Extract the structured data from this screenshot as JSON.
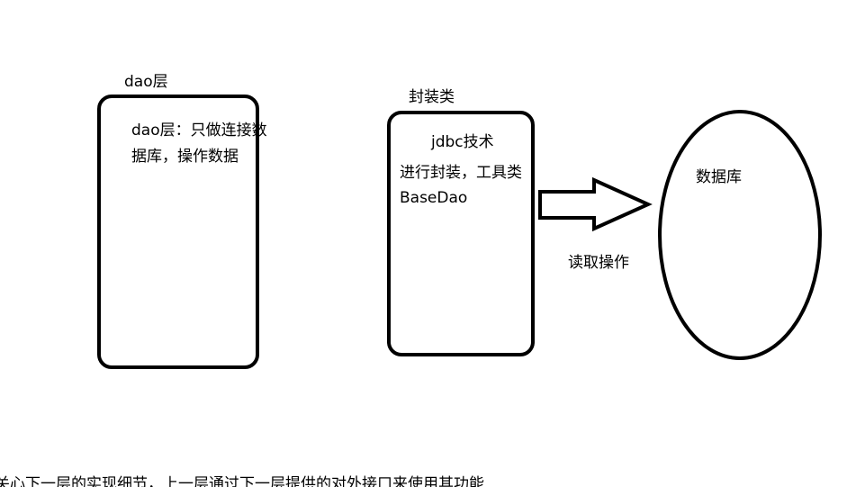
{
  "dao": {
    "title": "dao层",
    "box_line1": "dao层：只做连接数",
    "box_line2": "据库，操作数据"
  },
  "wrapper": {
    "title": "封装类",
    "box_line1": "jdbc技术",
    "box_line2": "进行封装，工具类",
    "box_line3": "BaseDao"
  },
  "arrow": {
    "label": "读取操作"
  },
  "database": {
    "label": "数据库"
  },
  "footer": {
    "note": "关心下一层的实现细节，上一层通过下一层提供的对外接口来使用其功能"
  }
}
